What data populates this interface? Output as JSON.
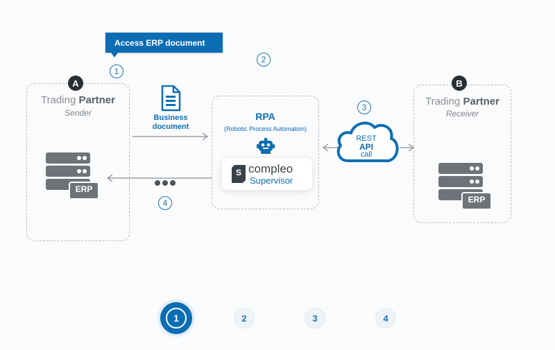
{
  "tooltip": {
    "label": "Access ERP document"
  },
  "sender": {
    "badge": "A",
    "title_regular": "Trading ",
    "title_bold": "Partner",
    "role": "Sender",
    "erp_label": "ERP"
  },
  "receiver": {
    "badge": "B",
    "title_regular": "Trading ",
    "title_bold": "Partner",
    "role": "Receiver",
    "erp_label": "ERP"
  },
  "flow_numbers": {
    "n1": "1",
    "n2": "2",
    "n3": "3",
    "n4": "4"
  },
  "business_document": {
    "line1": "Business",
    "line2": "document"
  },
  "rpa": {
    "title": "RPA",
    "subtitle": "(Robotic Process Automation)",
    "logo_name": "compleo",
    "logo_sub": "Supervisor",
    "logo_letter": "S"
  },
  "cloud": {
    "line1": "REST",
    "line2": "API",
    "line3": "call"
  },
  "steps": [
    {
      "label": "1",
      "active": true
    },
    {
      "label": "2",
      "active": false
    },
    {
      "label": "3",
      "active": false
    },
    {
      "label": "4",
      "active": false
    }
  ],
  "colors": {
    "brand_blue": "#0d6db3",
    "dark": "#2b2f33",
    "gray": "#6d7379"
  }
}
